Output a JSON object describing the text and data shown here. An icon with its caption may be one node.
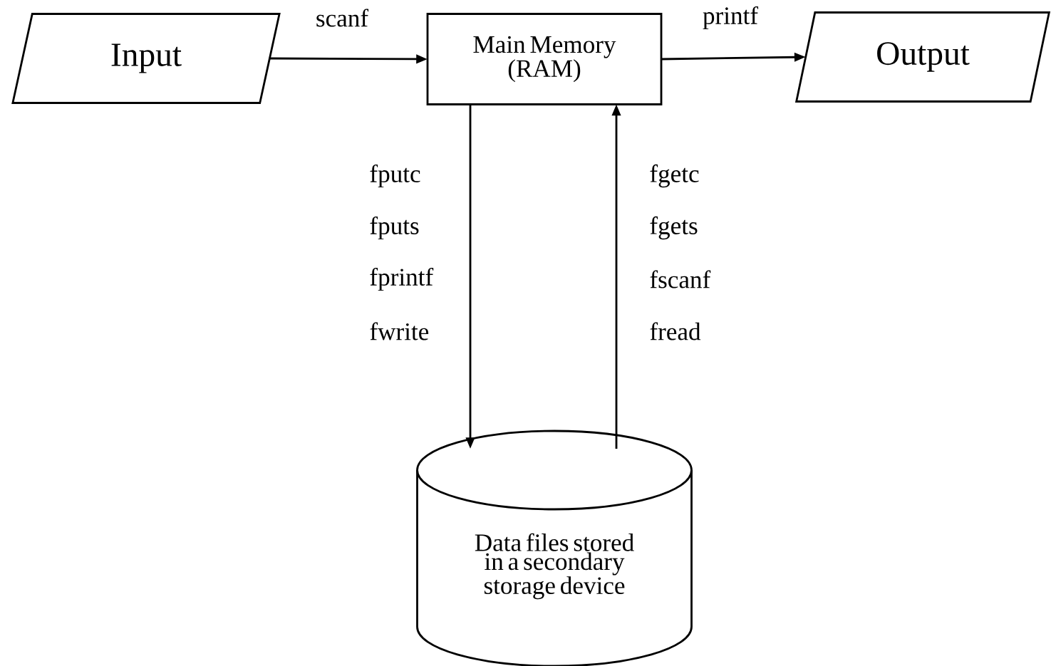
{
  "diagram": {
    "nodes": [
      {
        "text": [
          "Input"
        ]
      },
      {
        "text": [
          "Main Memory (RAM)"
        ]
      },
      {
        "text": [
          "Output"
        ]
      },
      {
        "text": [
          "Data files stored in a secondary storage device"
        ]
      }
    ],
    "edges": [
      {
        "from": 0,
        "to": 1,
        "arrow": "to",
        "label": "scanf"
      },
      {
        "from": 1,
        "to": 2,
        "arrow": "to",
        "label": "printf"
      },
      {
        "from": 1,
        "to": 3,
        "arrow": "to"
      },
      {
        "from": 3,
        "to": 1,
        "arrow": "to"
      }
    ],
    "labels": [
      "fputc",
      "fgetc",
      "fputs",
      "fgets",
      "fprintf",
      "fscanf",
      "fwrite",
      "fread"
    ]
  }
}
